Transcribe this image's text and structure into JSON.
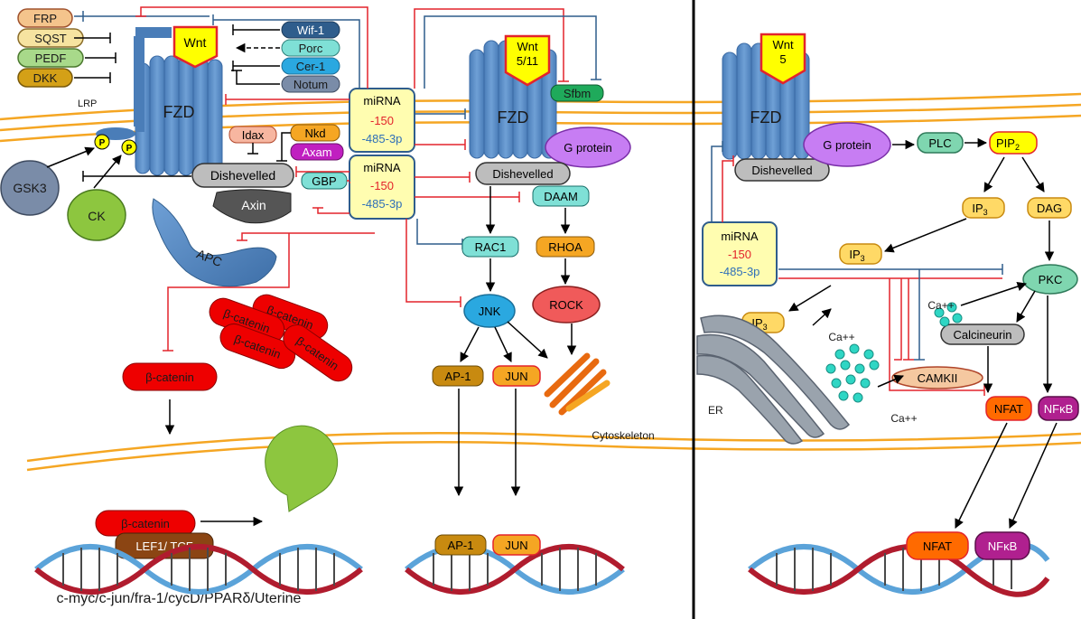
{
  "canonical": {
    "antagonists": [
      "FRP",
      "SQST",
      "PEDF",
      "DKK"
    ],
    "inhibitors": [
      "Wif-1",
      "Porc",
      "Cer-1",
      "Notum"
    ],
    "ligand": "Wnt",
    "lrp": "LRP",
    "receptor": "FZD",
    "phospho": "P",
    "idax": "Idax",
    "nkd": "Nkd",
    "axam": "Axam",
    "dishevelled": "Dishevelled",
    "gbp": "GBP",
    "axin": "Axin",
    "gsk3": "GSK3",
    "ck": "CK",
    "apc": "APC",
    "beta_catenin": "β-catenin",
    "lef_tcf": "LEF1/ TCF",
    "targets": "c-myc/c-jun/fra-1/cycD/PPARδ/Uterine"
  },
  "mirna": {
    "title": "miRNA",
    "m150": "-150",
    "m485": "-485-3p"
  },
  "pcp": {
    "ligand_line1": "Wnt",
    "ligand_line2": "5/11",
    "sfbm": "Sfbm",
    "receptor": "FZD",
    "g_protein": "G protein",
    "dishevelled": "Dishevelled",
    "daam": "DAAM",
    "rac1": "RAC1",
    "rhoa": "RHOA",
    "jnk": "JNK",
    "rock": "ROCK",
    "ap1": "AP-1",
    "jun": "JUN",
    "cytoskeleton": "Cytoskeleton"
  },
  "calcium": {
    "ligand_line1": "Wnt",
    "ligand_line2": "5",
    "receptor": "FZD",
    "dishevelled": "Dishevelled",
    "g_protein": "G protein",
    "plc": "PLC",
    "pip2": "PIP",
    "pip2_sub": "2",
    "ip3": "IP",
    "ip3_sub": "3",
    "dag": "DAG",
    "pkc": "PKC",
    "ca": "Ca++",
    "calcineurin": "Calcineurin",
    "camkii": "CAMKII",
    "nfat": "NFAT",
    "nfkb": "NFκB",
    "er": "ER"
  },
  "colors": {
    "membrane": "#F5A623",
    "inhibit_red": "#E3242B",
    "inhibit_blue": "#2F5D8C",
    "fzd_blue": "#5B8FC9",
    "wnt_yellow": "#FFFF00",
    "catenin_red": "#EE0000",
    "dna_red": "#B01C2E",
    "dna_blue": "#5BA3D9"
  }
}
